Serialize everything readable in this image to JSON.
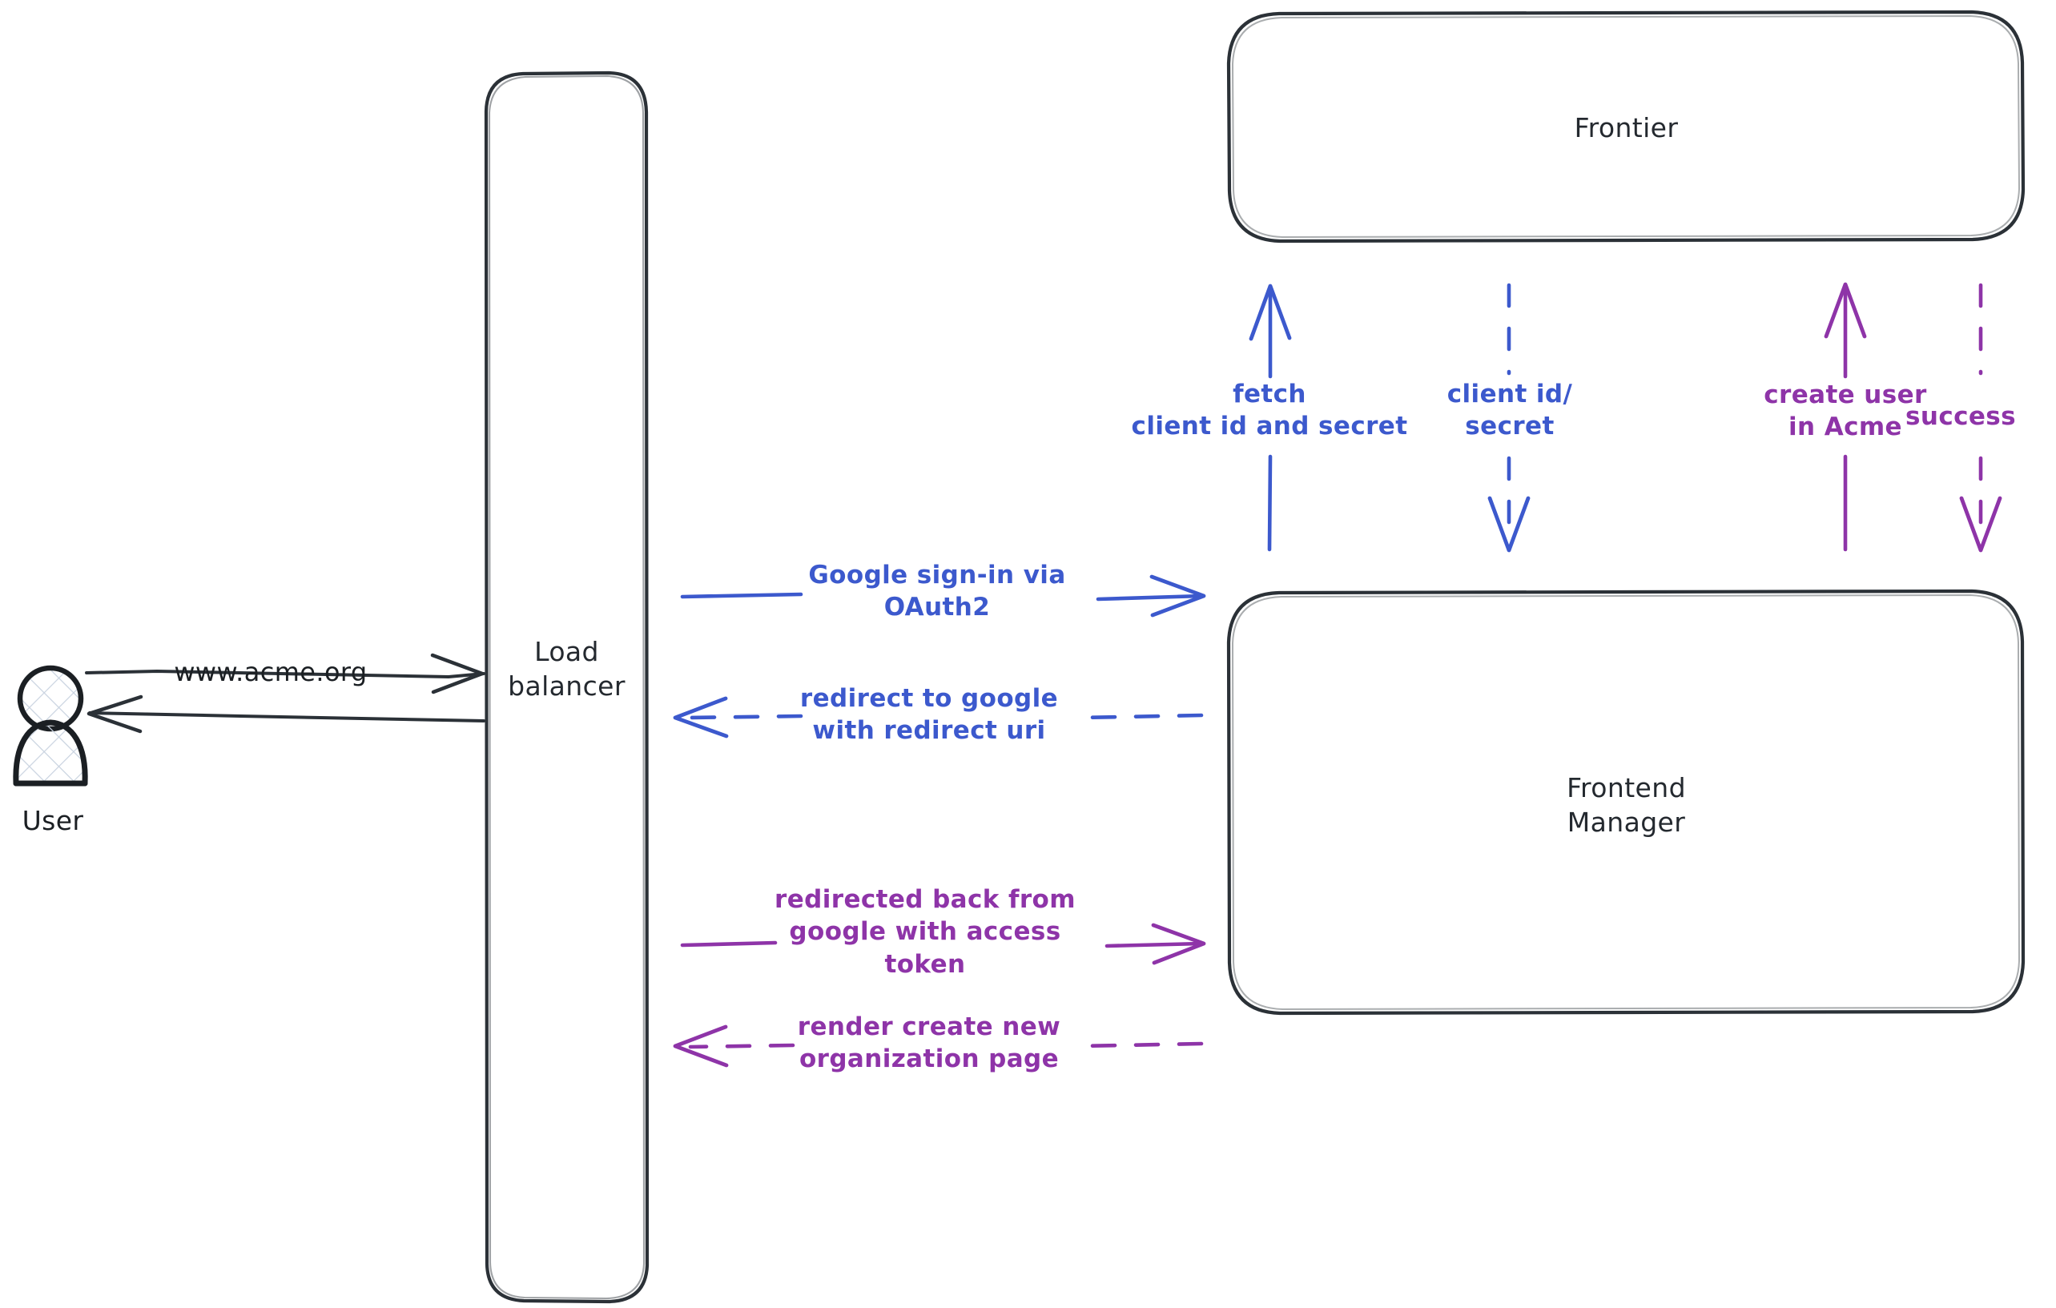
{
  "diagram": {
    "title": "Acme Google OAuth2 sign-in sequence",
    "background": "#ffffff",
    "colors": {
      "stroke_dark": "#2b3137",
      "blue": "#3c59cd",
      "purple": "#8e34a8",
      "actor_fill": "#ffffff"
    }
  },
  "actors": [
    {
      "id": "user",
      "name": "user-actor",
      "label": "User",
      "icon": "person-icon"
    }
  ],
  "nodes": [
    {
      "id": "load-balancer",
      "name": "load-balancer-node",
      "label": "Load\nbalancer"
    },
    {
      "id": "frontier",
      "name": "frontier-node",
      "label": "Frontier"
    },
    {
      "id": "frontend-manager",
      "name": "frontend-manager-node",
      "label": "Frontend\nManager"
    }
  ],
  "edges": [
    {
      "id": "user-to-lb",
      "name": "edge-user-to-load-balancer",
      "label": "www.acme.org",
      "color": "#2b3137",
      "style": "solid",
      "direction": "right",
      "from": "user",
      "to": "load-balancer"
    },
    {
      "id": "lb-to-user",
      "name": "edge-load-balancer-to-user",
      "label": "",
      "color": "#2b3137",
      "style": "solid",
      "direction": "left",
      "from": "load-balancer",
      "to": "user"
    },
    {
      "id": "lb-to-fm-signin",
      "name": "edge-google-signin-oauth2",
      "label": "Google sign-in via\nOAuth2",
      "color": "#3c59cd",
      "style": "solid",
      "direction": "right",
      "from": "load-balancer",
      "to": "frontend-manager"
    },
    {
      "id": "fm-to-lb-redirect",
      "name": "edge-redirect-to-google",
      "label": "redirect to google\nwith redirect uri",
      "color": "#3c59cd",
      "style": "dashed",
      "direction": "left",
      "from": "frontend-manager",
      "to": "load-balancer"
    },
    {
      "id": "lb-to-fm-token",
      "name": "edge-redirected-back-with-token",
      "label": "redirected back from\ngoogle with access\ntoken",
      "color": "#8e34a8",
      "style": "solid",
      "direction": "right",
      "from": "load-balancer",
      "to": "frontend-manager"
    },
    {
      "id": "fm-to-lb-render",
      "name": "edge-render-create-org-page",
      "label": "render create new\norganization page",
      "color": "#8e34a8",
      "style": "dashed",
      "direction": "left",
      "from": "frontend-manager",
      "to": "load-balancer"
    },
    {
      "id": "fm-to-frontier-fetch",
      "name": "edge-fetch-client-id-and-secret",
      "label": "fetch\nclient id and secret",
      "color": "#3c59cd",
      "style": "solid",
      "direction": "up",
      "from": "frontend-manager",
      "to": "frontier"
    },
    {
      "id": "frontier-to-fm-creds",
      "name": "edge-client-id-secret-response",
      "label": "client id/\nsecret",
      "color": "#3c59cd",
      "style": "dashed",
      "direction": "down",
      "from": "frontier",
      "to": "frontend-manager"
    },
    {
      "id": "fm-to-frontier-create",
      "name": "edge-create-user-in-acme",
      "label": "create user\nin Acme",
      "color": "#8e34a8",
      "style": "solid",
      "direction": "up",
      "from": "frontend-manager",
      "to": "frontier"
    },
    {
      "id": "frontier-to-fm-success",
      "name": "edge-create-user-success",
      "label": "success",
      "color": "#8e34a8",
      "style": "dashed",
      "direction": "down",
      "from": "frontier",
      "to": "frontend-manager"
    }
  ]
}
